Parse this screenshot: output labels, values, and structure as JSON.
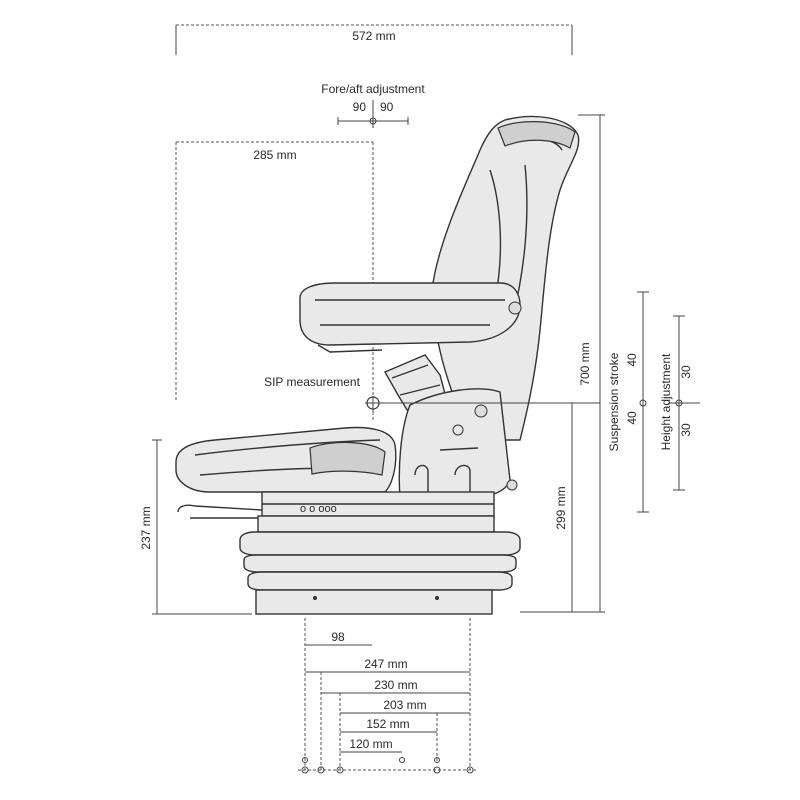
{
  "dimensions": {
    "overall_width": "572 mm",
    "fore_aft_label": "Fore/aft adjustment",
    "fore_aft_back": "90",
    "fore_aft_fwd": "90",
    "backrest_offset": "285 mm",
    "sip_label": "SIP measurement",
    "overall_height": "700 mm",
    "suspension_label": "Suspension stroke",
    "suspension_up": "40",
    "suspension_down": "40",
    "height_adj_label": "Height adjustment",
    "height_up": "30",
    "height_down": "30",
    "sip_height": "299 mm",
    "base_height": "237 mm",
    "bottom_98": "98",
    "bottom_247": "247 mm",
    "bottom_230": "230 mm",
    "bottom_203": "203 mm",
    "bottom_152": "152 mm",
    "bottom_120": "120 mm"
  }
}
